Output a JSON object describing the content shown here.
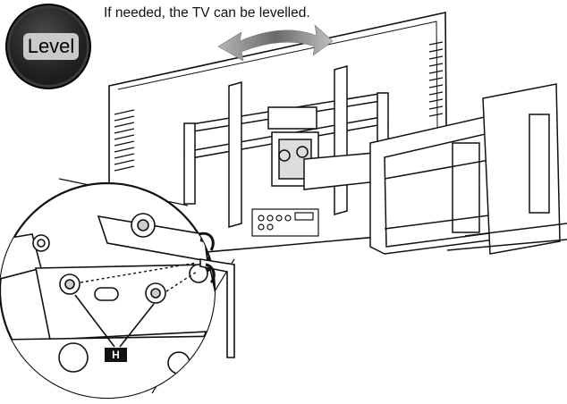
{
  "instruction": {
    "badge_label": "Level",
    "headline": "If needed, the TV can be levelled."
  },
  "callout": {
    "part_label": "H"
  },
  "icons": [
    "rotate-arrow-icon",
    "allen-key-icon",
    "level-badge"
  ]
}
